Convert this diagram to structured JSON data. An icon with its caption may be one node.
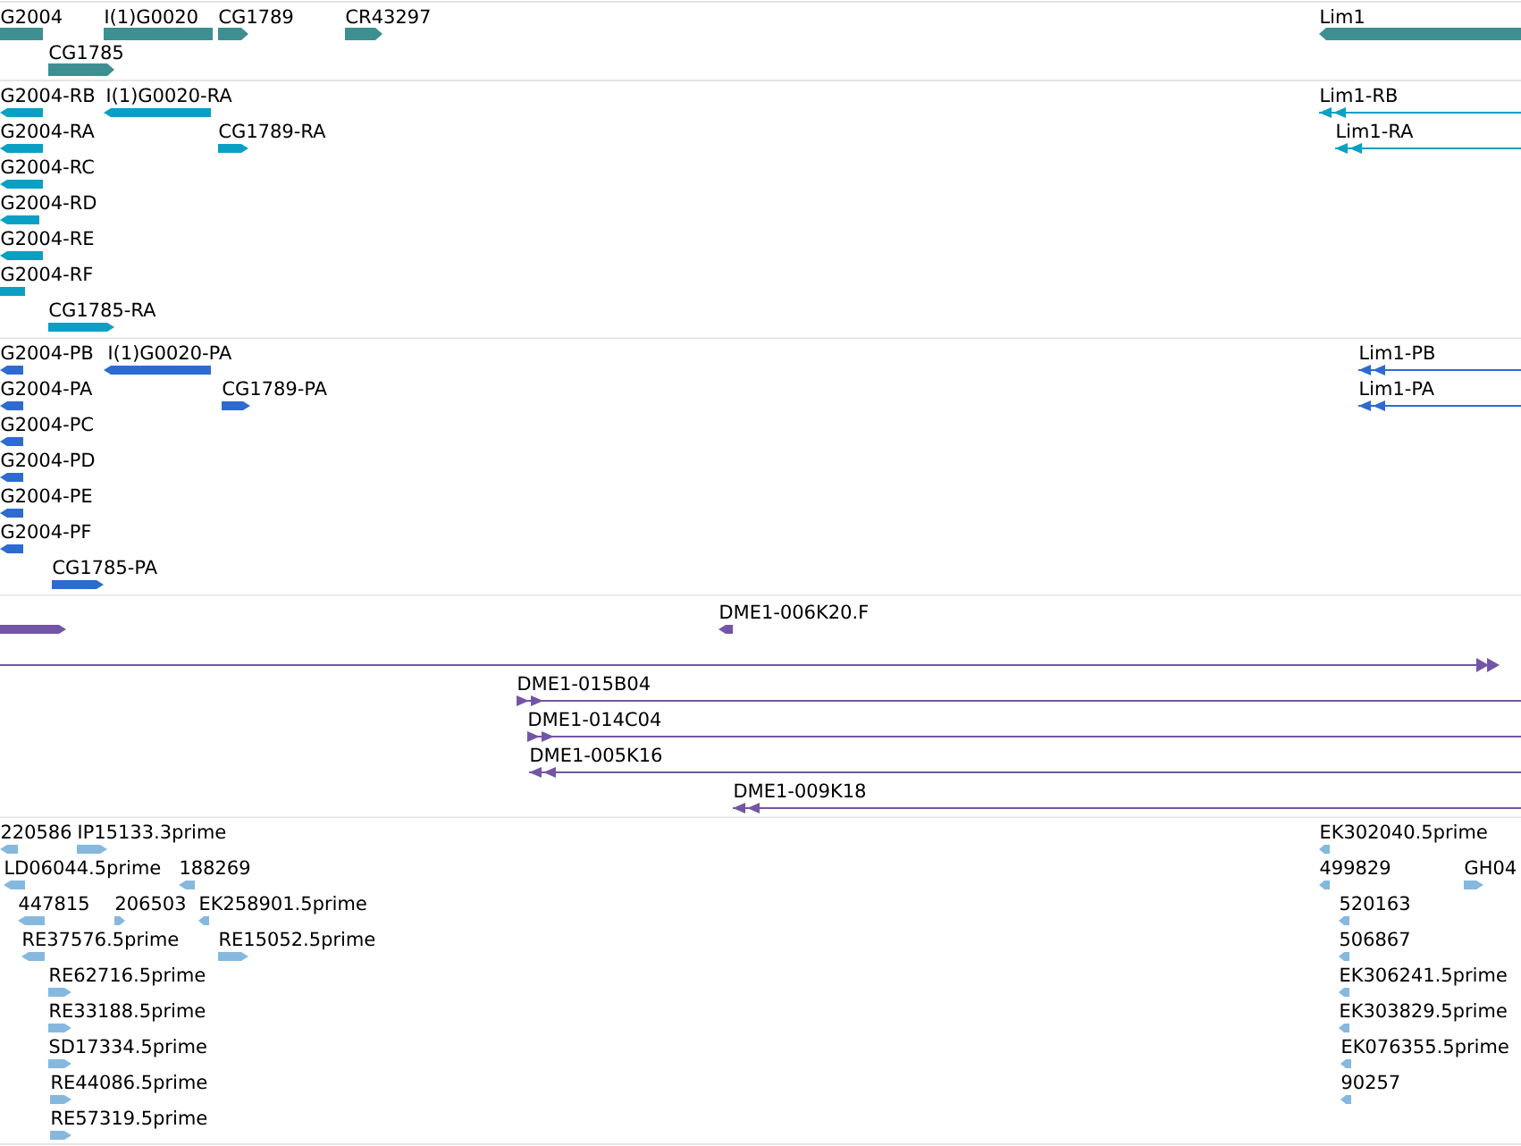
{
  "diagram": {
    "labels": [
      "G2004",
      "I(1)G0020",
      "CG1789",
      "CR43297",
      "Lim1",
      "CG1785",
      "G2004-RB",
      "I(1)G0020-RA",
      "Lim1-RB",
      "G2004-RA",
      "CG1789-RA",
      "Lim1-RA",
      "G2004-RC",
      "G2004-RD",
      "G2004-RE",
      "G2004-RF",
      "CG1785-RA",
      "G2004-PB",
      "I(1)G0020-PA",
      "Lim1-PB",
      "G2004-PA",
      "CG1789-PA",
      "Lim1-PA",
      "G2004-PC",
      "G2004-PD",
      "G2004-PE",
      "G2004-PF",
      "CG1785-PA",
      "DME1-006K20.F",
      "DME1-015B04",
      "DME1-014C04",
      "DME1-005K16",
      "DME1-009K18",
      "220586",
      "IP15133.3prime",
      "EK302040.5prime",
      "LD06044.5prime",
      "188269",
      "499829",
      "GH04",
      "447815",
      "206503",
      "EK258901.5prime",
      "520163",
      "RE37576.5prime",
      "RE15052.5prime",
      "506867",
      "RE62716.5prime",
      "EK306241.5prime",
      "RE33188.5prime",
      "EK303829.5prime",
      "SD17334.5prime",
      "EK076355.5prime",
      "RE44086.5prime",
      "90257",
      "RE57319.5prime"
    ]
  }
}
